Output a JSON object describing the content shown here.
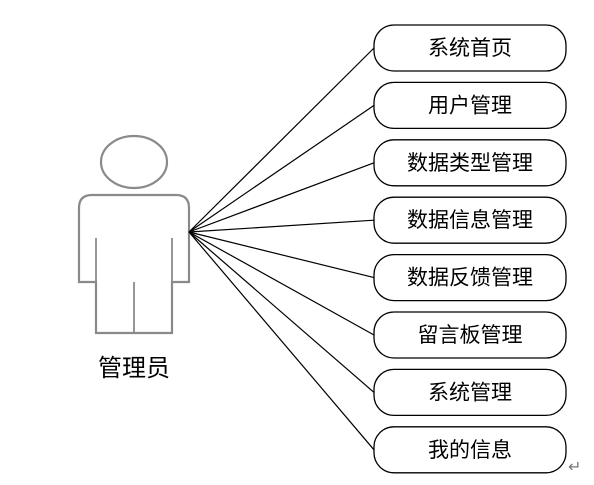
{
  "actor": {
    "name": "管理员"
  },
  "use_cases": [
    {
      "label": "系统首页"
    },
    {
      "label": "用户管理"
    },
    {
      "label": "数据类型管理"
    },
    {
      "label": "数据信息管理"
    },
    {
      "label": "数据反馈管理"
    },
    {
      "label": "留言板管理"
    },
    {
      "label": "系统管理"
    },
    {
      "label": "我的信息"
    }
  ],
  "paragraph_mark": "↵"
}
